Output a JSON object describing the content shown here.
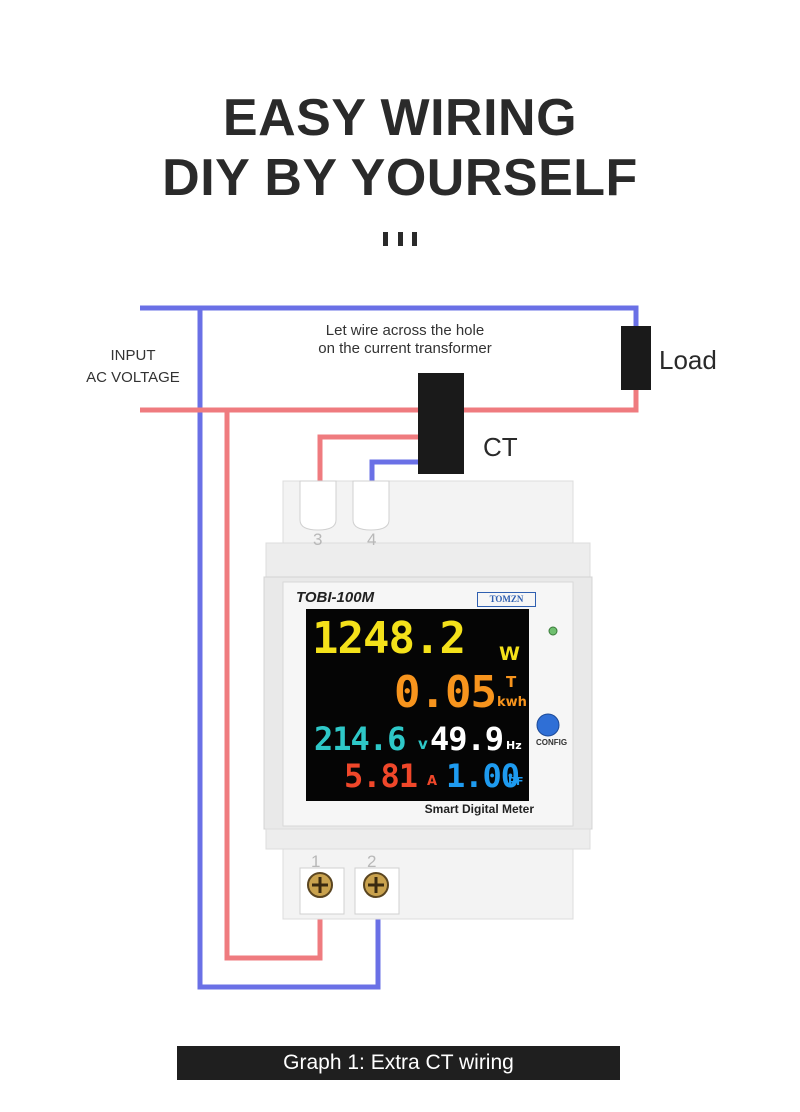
{
  "headline": {
    "line1": "EASY WIRING",
    "line2": "DIY BY YOURSELF"
  },
  "labels": {
    "input_line1": "INPUT",
    "input_line2": "AC VOLTAGE",
    "note_line1": "Let wire across the hole",
    "note_line2": "on the current transformer",
    "load": "Load",
    "ct": "CT"
  },
  "terminals": {
    "top_left": "3",
    "top_right": "4",
    "bottom_left": "1",
    "bottom_right": "2"
  },
  "meter": {
    "model": "TOBI-100M",
    "brand": "TOMZN",
    "name": "Smart Digital Meter",
    "config_label": "CONFIG",
    "power_value": "1248.2",
    "power_unit": "W",
    "energy_value": "0.05",
    "energy_unit_top": "T",
    "energy_unit": "kwh",
    "voltage_value": "214.6",
    "voltage_unit": "v",
    "frequency_value": "49.9",
    "frequency_unit": "Hz",
    "current_value": "5.81",
    "current_unit": "A",
    "pf_value": "1.00",
    "pf_unit": "PF"
  },
  "caption": "Graph 1: Extra CT wiring",
  "colors": {
    "live_wire": "#ef7b7f",
    "neutral_wire": "#6a70e6",
    "power_digits": "#f4e11a",
    "energy_digits": "#f7941d",
    "voltage_digits": "#2ec8c8",
    "frequency_digits": "#ffffff",
    "current_digits": "#f0472a",
    "pf_digits": "#1e9bf0"
  }
}
